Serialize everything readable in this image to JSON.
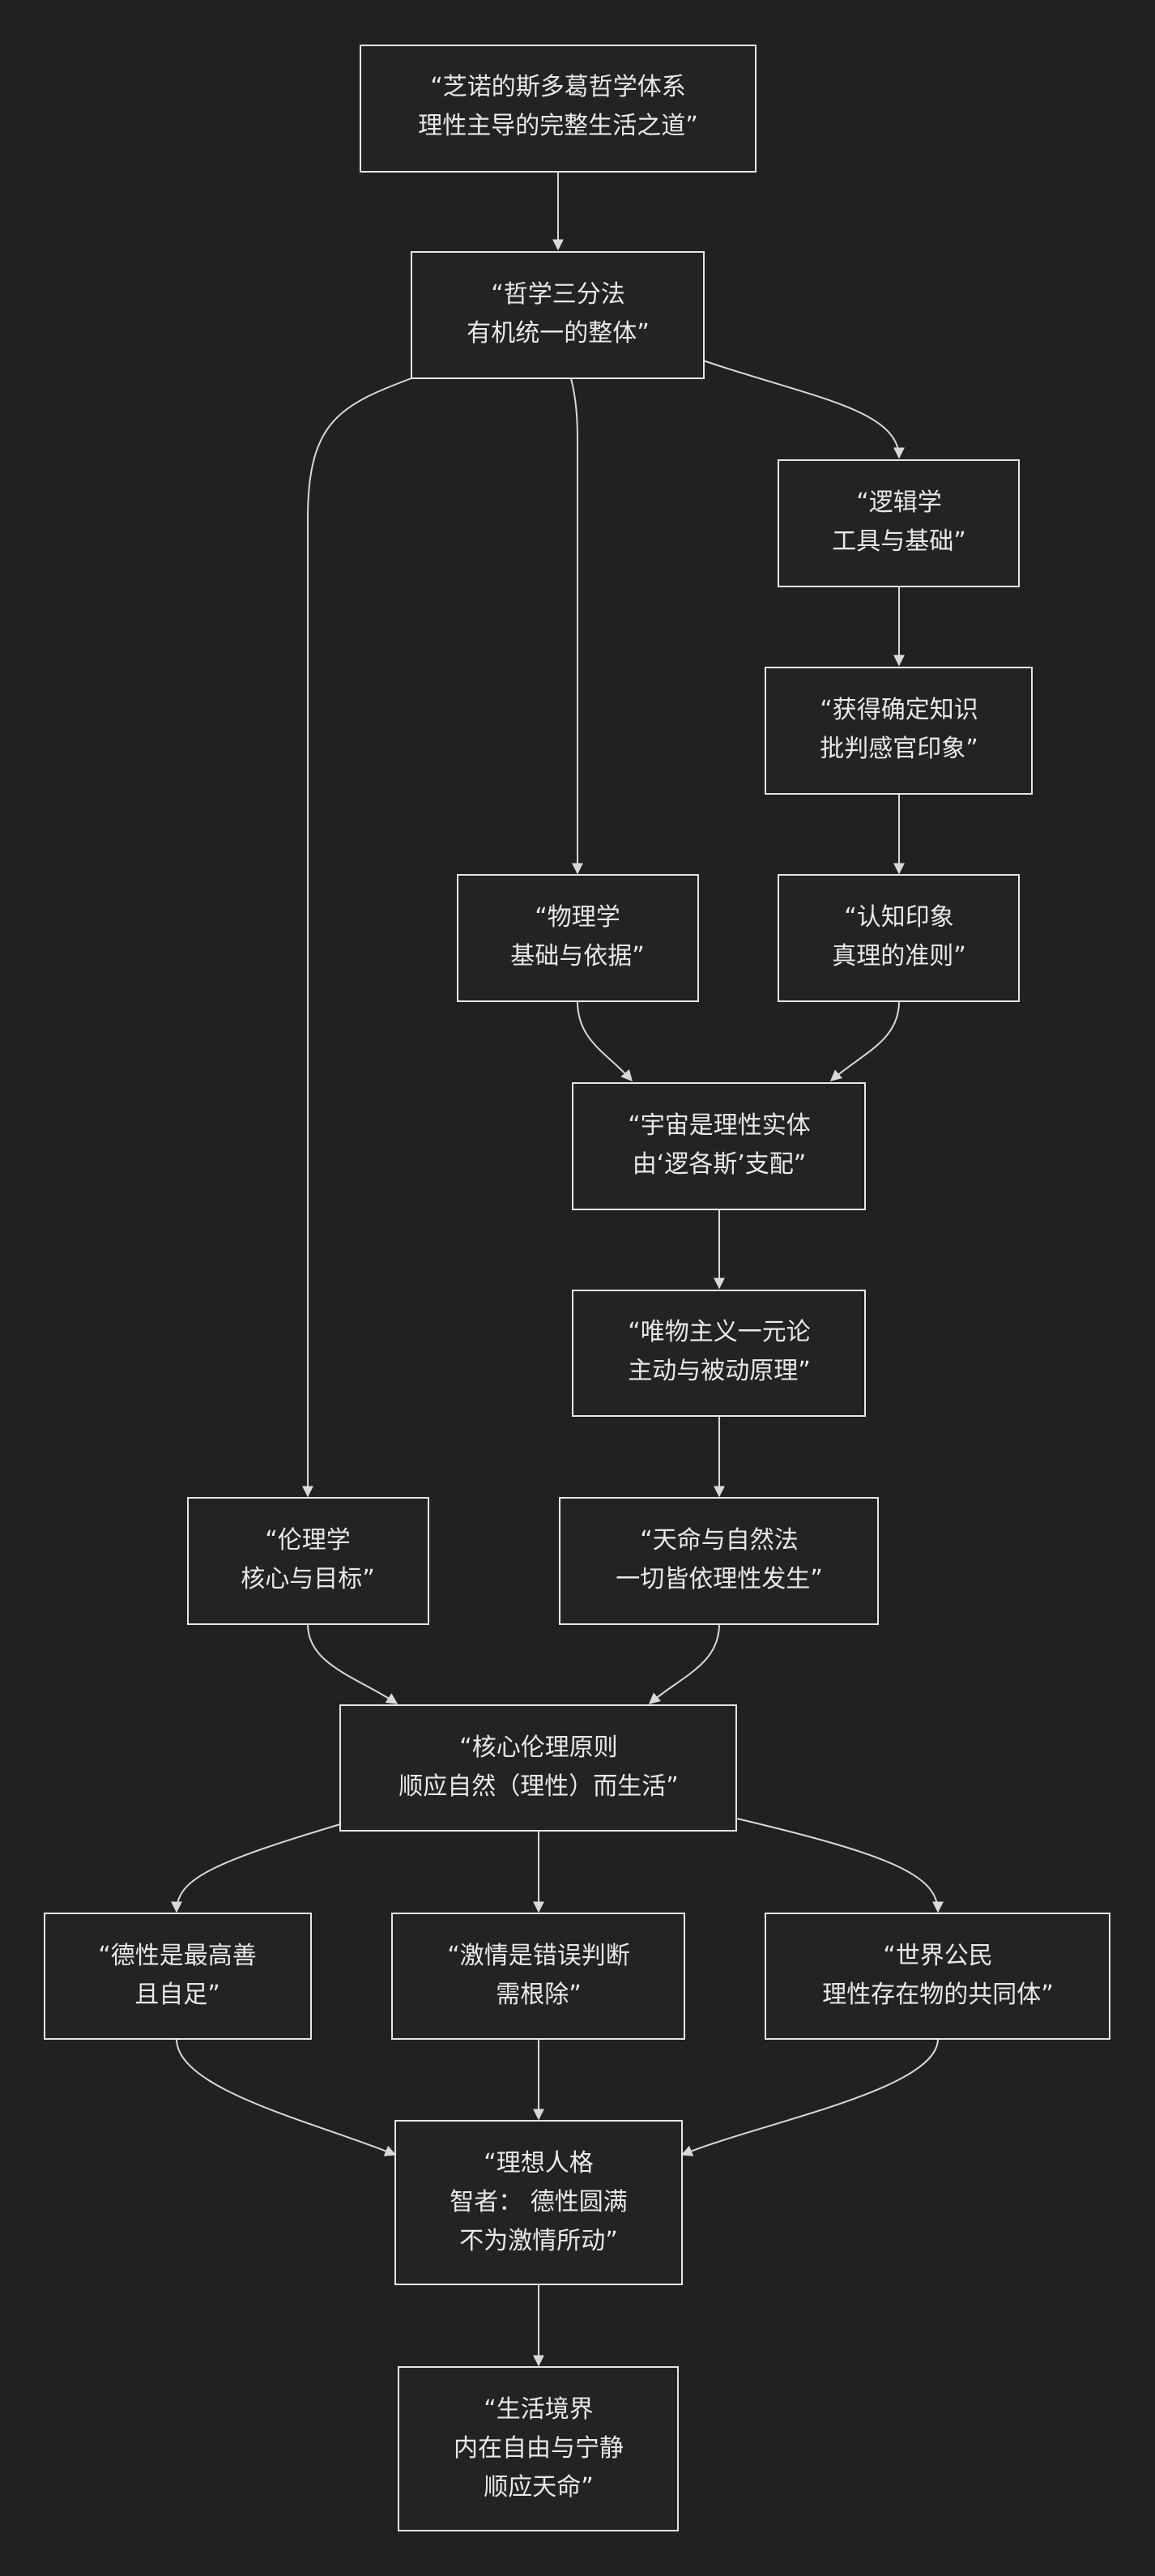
{
  "colors": {
    "background": "#212121",
    "node_fill": "#232323",
    "node_stroke": "#e6e6e6",
    "text": "#e9e9e9",
    "edge": "#d9d9d9"
  },
  "nodes": {
    "root": [
      "“芝诺的斯多葛哲学体系",
      "理性主导的完整生活之道”"
    ],
    "tripartite": [
      "“哲学三分法",
      "有机统一的整体”"
    ],
    "logic": [
      "“逻辑学",
      "工具与基础”"
    ],
    "knowledge": [
      "“获得确定知识",
      "批判感官印象”"
    ],
    "cognitive": [
      "“认知印象",
      "真理的准则”"
    ],
    "physics": [
      "“物理学",
      "基础与依据”"
    ],
    "cosmos": [
      "“宇宙是理性实体",
      "由‘逻各斯’支配”"
    ],
    "monism": [
      "“唯物主义一元论",
      "主动与被动原理”"
    ],
    "fate": [
      "“天命与自然法",
      "一切皆依理性发生”"
    ],
    "ethics": [
      "“伦理学",
      "核心与目标”"
    ],
    "principle": [
      "“核心伦理原则",
      "顺应自然（理性）而生活”"
    ],
    "virtue": [
      "“德性是最高善",
      "且自足”"
    ],
    "passion": [
      "“激情是错误判断",
      "需根除”"
    ],
    "cosmopolitan": [
      "“世界公民",
      "理性存在物的共同体”"
    ],
    "sage": [
      "“理想人格",
      "智者： 德性圆满",
      "不为激情所动”"
    ],
    "life": [
      "“生活境界",
      "内在自由与宁静",
      "顺应天命”"
    ]
  },
  "edges": [
    [
      "root",
      "tripartite"
    ],
    [
      "tripartite",
      "logic"
    ],
    [
      "tripartite",
      "physics"
    ],
    [
      "tripartite",
      "ethics"
    ],
    [
      "logic",
      "knowledge"
    ],
    [
      "knowledge",
      "cognitive"
    ],
    [
      "physics",
      "cosmos"
    ],
    [
      "cognitive",
      "cosmos"
    ],
    [
      "cosmos",
      "monism"
    ],
    [
      "monism",
      "fate"
    ],
    [
      "ethics",
      "principle"
    ],
    [
      "fate",
      "principle"
    ],
    [
      "principle",
      "virtue"
    ],
    [
      "principle",
      "passion"
    ],
    [
      "principle",
      "cosmopolitan"
    ],
    [
      "virtue",
      "sage"
    ],
    [
      "passion",
      "sage"
    ],
    [
      "cosmopolitan",
      "sage"
    ],
    [
      "sage",
      "life"
    ]
  ]
}
